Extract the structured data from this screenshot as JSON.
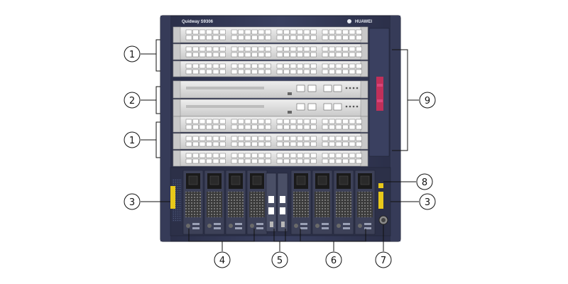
{
  "chassis": {
    "model_label": "Quidway S9306",
    "brand_label": "HUAWEI",
    "colors": {
      "frame": "#2f3450",
      "frame_dark": "#232739",
      "card_face": "#d9d9d9",
      "port": "#ffffff",
      "accent_red": "#c0305a",
      "accent_yellow": "#e8c81a"
    }
  },
  "callouts": [
    {
      "id": "c1a",
      "number": "1"
    },
    {
      "id": "c2",
      "number": "2"
    },
    {
      "id": "c1b",
      "number": "1"
    },
    {
      "id": "c3l",
      "number": "3"
    },
    {
      "id": "c3r",
      "number": "3"
    },
    {
      "id": "c4",
      "number": "4"
    },
    {
      "id": "c5",
      "number": "5"
    },
    {
      "id": "c6",
      "number": "6"
    },
    {
      "id": "c7",
      "number": "7"
    },
    {
      "id": "c8",
      "number": "8"
    },
    {
      "id": "c9",
      "number": "9"
    }
  ]
}
